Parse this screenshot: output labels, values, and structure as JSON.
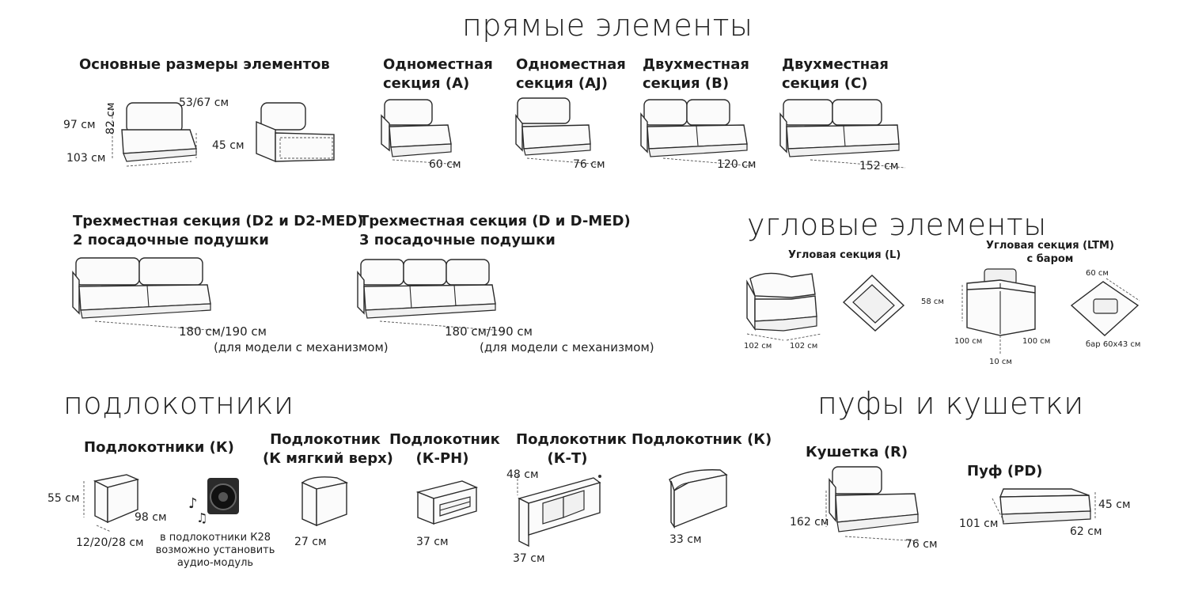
{
  "sections": {
    "straight": "прямые элементы",
    "corner": "угловые элементы",
    "armrests": "подлокотники",
    "poufs": "пуфы и кушетки"
  },
  "straight": {
    "main_sizes": {
      "title": "Основные размеры элементов",
      "d97": "97 см",
      "d53": "53/67 см",
      "d82": "82 см",
      "d45": "45 см",
      "d103": "103 см"
    },
    "a": {
      "title1": "Одноместная",
      "title2": "секция (А)",
      "dim": "60 см"
    },
    "aj": {
      "title1": "Одноместная",
      "title2": "секция (AJ)",
      "dim": "76 см"
    },
    "b": {
      "title1": "Двухместная",
      "title2": "секция (В)",
      "dim": "120 см"
    },
    "c": {
      "title1": "Двухместная",
      "title2": "секция (С)",
      "dim": "152 см"
    },
    "d2": {
      "title1": "Трехместная секция (D2 и D2-MED)",
      "title2": "2 посадочные подушки",
      "dim": "180 см/190 см",
      "note": "(для модели с механизмом)"
    },
    "d": {
      "title1": "Трехместная секция (D и D-MED)",
      "title2": "3 посадочные подушки",
      "dim": "180 см/190 см",
      "note": "(для модели с механизмом)"
    }
  },
  "corner": {
    "l": {
      "title": "Угловая секция (L)",
      "d1": "102 см",
      "d2": "102 см"
    },
    "ltm": {
      "title1": "Угловая секция (LTM)",
      "title2": "с баром",
      "d58": "58 см",
      "d100a": "100 см",
      "d100b": "100 см",
      "d10": "10 см",
      "d60": "60 см",
      "bar": "бар 60х43 см"
    }
  },
  "armrests": {
    "k": {
      "title": "Подлокотники (К)",
      "d55": "55 см",
      "d98": "98 см",
      "d12": "12/20/28 см",
      "note1": "в подлокотники К28",
      "note2": "возможно установить",
      "note3": "аудио-модуль"
    },
    "k_soft": {
      "title1": "Подлокотник",
      "title2": "(К мягкий верх)",
      "dim": "27 см"
    },
    "k_ph": {
      "title1": "Подлокотник",
      "title2": "(К-PH)",
      "dim": "37 см"
    },
    "k_t": {
      "title1": "Подлокотник",
      "title2": "(К-Т)",
      "d48": "48 см",
      "d37": "37 см"
    },
    "k2": {
      "title": "Подлокотник (К)",
      "dim": "33 см"
    }
  },
  "poufs": {
    "r": {
      "title": "Кушетка (R)",
      "d162": "162 см",
      "d76": "76 см"
    },
    "pd": {
      "title": "Пуф (PD)",
      "d45": "45 см",
      "d101": "101 см",
      "d62": "62 см"
    }
  }
}
